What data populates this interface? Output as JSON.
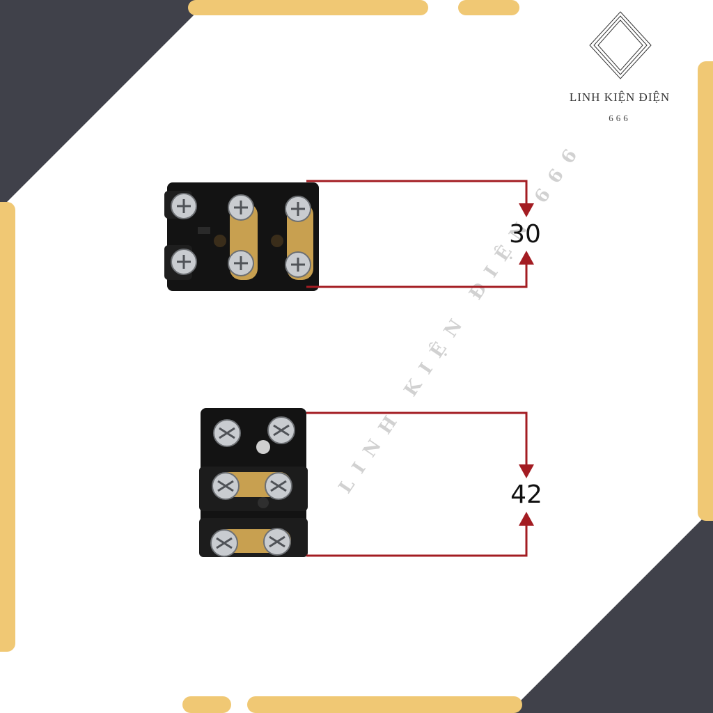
{
  "brand": {
    "name": "LINH KIỆN ĐIỆN",
    "number": "666",
    "logo_icon": "nested-diamond-logo-icon"
  },
  "watermark": {
    "text": "LINH KIỆN ĐIỆN 666"
  },
  "dimensions": {
    "top_height": "30",
    "bottom_height": "42"
  },
  "colors": {
    "dark_corner": "#40414a",
    "accent_bar": "#f0c874",
    "dimension_line": "#a31c22",
    "terminal_body": "#111111",
    "brass": "#c8a050"
  },
  "products": [
    {
      "name": "switch-block-small",
      "icon": "terminal-block-image"
    },
    {
      "name": "switch-block-large",
      "icon": "terminal-block-image"
    }
  ]
}
